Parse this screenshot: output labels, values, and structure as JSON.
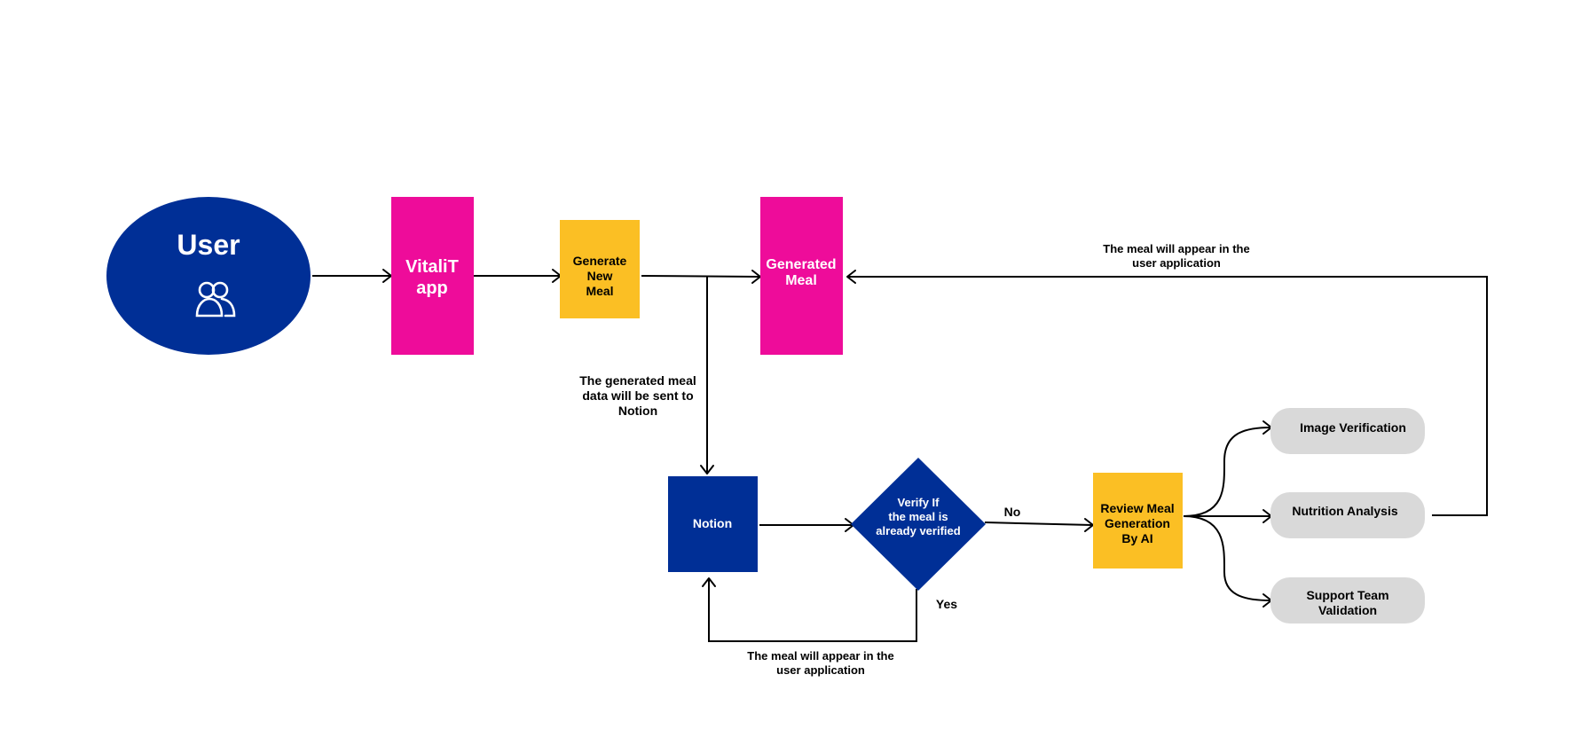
{
  "diagram": {
    "colors": {
      "navy": "#002F96",
      "magenta": "#EE0C9A",
      "yellow": "#FBBF24",
      "gray": "#D9D9D9",
      "line": "#000000"
    },
    "nodes": {
      "user": {
        "label": "User",
        "icon": "users-icon"
      },
      "vitalit": {
        "line1": "VitaliT",
        "line2": "app"
      },
      "generate": {
        "line1": "Generate",
        "line2": "New",
        "line3": "Meal"
      },
      "generated": {
        "line1": "Generated",
        "line2": "Meal"
      },
      "notion": {
        "label": "Notion"
      },
      "verify": {
        "line1": "Verify If",
        "line2": "the meal is",
        "line3": "already verified"
      },
      "review": {
        "line1": "Review Meal",
        "line2": "Generation",
        "line3": "By AI"
      },
      "image_verification": {
        "label": "Image Verification"
      },
      "nutrition_analysis": {
        "label": "Nutrition Analysis"
      },
      "support_team": {
        "line1": "Support Team",
        "line2": "Validation"
      }
    },
    "edge_labels": {
      "sent_to_notion": {
        "line1": "The generated meal",
        "line2": "data will be sent to",
        "line3": "Notion"
      },
      "appear_top": {
        "line1": "The meal will appear in the",
        "line2": "user application"
      },
      "appear_bottom": {
        "line1": "The meal will appear in the",
        "line2": "user application"
      },
      "no": "No",
      "yes": "Yes"
    }
  }
}
